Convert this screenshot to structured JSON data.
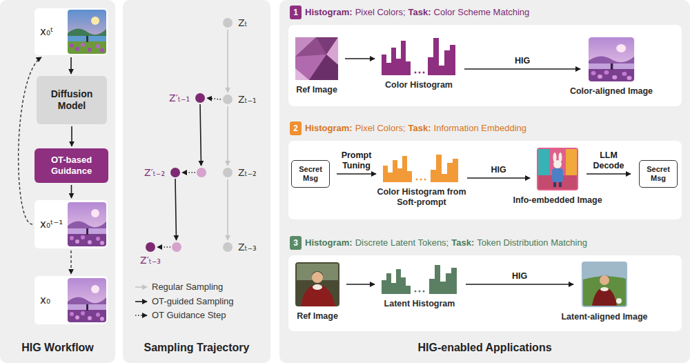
{
  "diagram": {
    "nodes": [
      {
        "text": [
          "HIG Workflow"
        ]
      },
      {
        "text": [
          "x₀ᵗ"
        ],
        "in": 0
      },
      {
        "text": [
          "Diffusion Model"
        ],
        "in": 0
      },
      {
        "text": [
          "OT-based Guidance"
        ],
        "in": 0
      },
      {
        "text": [
          "x₀ᵗ⁻¹"
        ],
        "in": 0
      },
      {
        "text": [
          "x₀"
        ],
        "in": 0
      },
      {
        "text": [
          "Sampling Trajectory"
        ]
      },
      {
        "text": [
          "Zₜ"
        ],
        "in": 6
      },
      {
        "text": [
          "Z′ₜ₋₁"
        ],
        "in": 6
      },
      {
        "text": [
          "Zₜ₋₁"
        ],
        "in": 6
      },
      {
        "text": [
          "Z′ₜ₋₂"
        ],
        "in": 6
      },
      {
        "text": [
          "Zₜ₋₂"
        ],
        "in": 6
      },
      {
        "text": [
          "Z′ₜ₋₃"
        ],
        "in": 6
      },
      {
        "text": [
          "Zₜ₋₃"
        ],
        "in": 6
      },
      {
        "text": [
          "HIG-enabled Applications"
        ]
      },
      {
        "text": [
          "Histogram:",
          "Pixel Colors;",
          "Task:",
          "Color Scheme Matching"
        ],
        "in": 14
      },
      {
        "text": [
          "1"
        ],
        "in": 15
      },
      {
        "text": [
          "Ref Image"
        ],
        "in": 15
      },
      {
        "text": [
          "Color Histogram"
        ],
        "in": 15
      },
      {
        "text": [
          "Color-aligned Image"
        ],
        "in": 15
      },
      {
        "text": [
          "Histogram:",
          "Pixel Colors;",
          "Task:",
          "Information Embedding"
        ],
        "in": 14
      },
      {
        "text": [
          "2"
        ],
        "in": 20
      },
      {
        "text": [
          "Secret Msg"
        ],
        "in": 20
      },
      {
        "text": [
          "Color Histogram from Soft-prompt"
        ],
        "in": 20
      },
      {
        "text": [
          "Info-embedded Image"
        ],
        "in": 20
      },
      {
        "text": [
          "Secret Msg"
        ],
        "in": 20
      },
      {
        "text": [
          "Histogram:",
          "Discrete Latent Tokens;",
          "Task:",
          "Token Distribution Matching"
        ],
        "in": 14
      },
      {
        "text": [
          "3"
        ],
        "in": 26
      },
      {
        "text": [
          "Ref Image"
        ],
        "in": 26
      },
      {
        "text": [
          "Latent Histogram"
        ],
        "in": 26
      },
      {
        "text": [
          "Latent-aligned Image"
        ],
        "in": 26
      }
    ],
    "edges": [
      {
        "from": 1,
        "to": 2,
        "arrow": "to"
      },
      {
        "from": 2,
        "to": 3,
        "arrow": "to"
      },
      {
        "from": 3,
        "to": 4,
        "arrow": "to"
      },
      {
        "from": 4,
        "to": 5,
        "arrow": "to"
      },
      {
        "from": 4,
        "to": 1,
        "arrow": "to"
      },
      {
        "from": 7,
        "to": 9,
        "arrow": "to"
      },
      {
        "from": 9,
        "to": 8,
        "arrow": "to"
      },
      {
        "from": 9,
        "to": 11,
        "arrow": "to"
      },
      {
        "from": 11,
        "to": 13,
        "arrow": "to"
      },
      {
        "from": 17,
        "to": 18,
        "arrow": "to"
      },
      {
        "from": 18,
        "to": 19,
        "label": "HIG",
        "arrow": "to"
      },
      {
        "from": 22,
        "to": 23,
        "label": "Prompt Tuning",
        "arrow": "to"
      },
      {
        "from": 23,
        "to": 24,
        "label": "HIG",
        "arrow": "to"
      },
      {
        "from": 24,
        "to": 25,
        "label": "LLM Decode",
        "arrow": "to"
      },
      {
        "from": 28,
        "to": 29,
        "arrow": "to"
      },
      {
        "from": 29,
        "to": 30,
        "label": "HIG",
        "arrow": "to"
      }
    ],
    "legend": [
      {
        "text": "Regular Sampling"
      },
      {
        "text": "OT-guided Sampling"
      },
      {
        "text": "OT Guidance Step"
      }
    ]
  }
}
